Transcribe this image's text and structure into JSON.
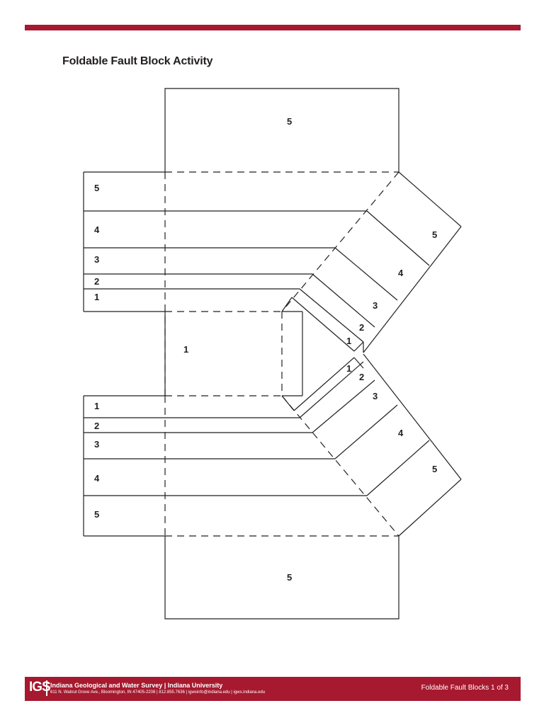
{
  "header": {
    "title": "Foldable Fault Block Activity"
  },
  "colors": {
    "brand": "#a6192e",
    "line": "#231f20",
    "background": "#ffffff"
  },
  "diagram": {
    "labels": {
      "top_panel": "5",
      "upper_left": [
        "5",
        "4",
        "3",
        "2",
        "1"
      ],
      "upper_right": [
        "5",
        "4",
        "3",
        "2",
        "1"
      ],
      "center": "1",
      "lower_right": [
        "1",
        "2",
        "3",
        "4",
        "5"
      ],
      "lower_left": [
        "1",
        "2",
        "3",
        "4",
        "5"
      ],
      "bottom_panel": "5"
    }
  },
  "footer": {
    "logo": "IGS",
    "org": "Indiana Geological and Water Survey | Indiana University",
    "address": "611 N. Walnut Grove Ave., Bloomington, IN 47405-2208 | 812.855.7636 | igwsinfo@indiana.edu | igws.indiana.edu",
    "page_label": "Foldable Fault Blocks 1 of 3"
  }
}
